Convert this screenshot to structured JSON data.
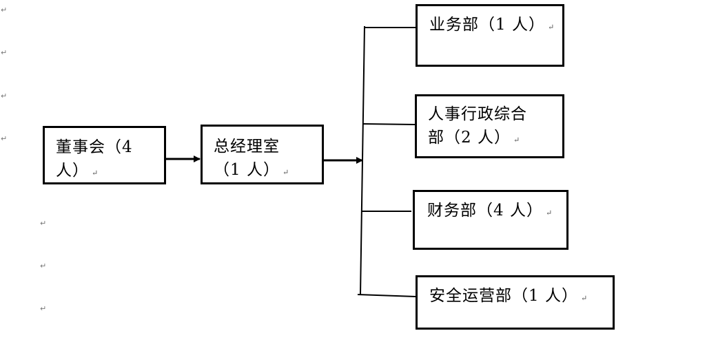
{
  "nodes": {
    "board": {
      "line1": "董事会（4",
      "line2": "人）"
    },
    "gm_office": {
      "line1": "总经理室",
      "line2": "（1 人）"
    },
    "business": {
      "line1": "业务部（1 人）"
    },
    "hr_admin": {
      "line1": "人事行政综合",
      "line2": "部（2 人）"
    },
    "finance": {
      "line1": "财务部（4 人）"
    },
    "safety_ops": {
      "line1": "安全运营部（1 人）"
    }
  },
  "paragraph_mark": "↵",
  "colors": {
    "line": "#000000",
    "box_border": "#000000",
    "background": "#ffffff"
  }
}
